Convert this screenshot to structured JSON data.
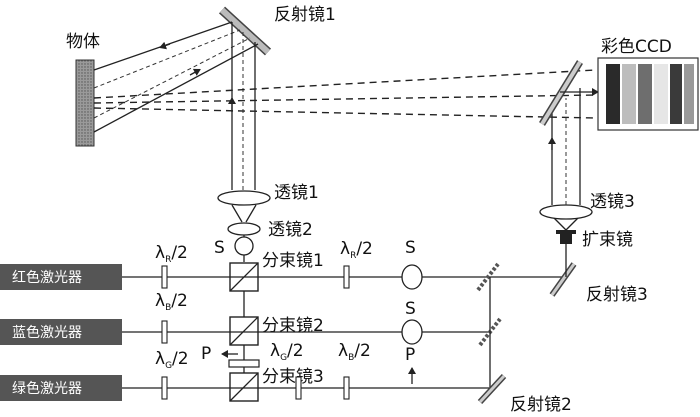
{
  "labels": {
    "object": "物体",
    "mirror1": "反射镜1",
    "color_ccd": "彩色CCD",
    "lens1": "透镜1",
    "lens2": "透镜2",
    "lens3": "透镜3",
    "expander": "扩束镜",
    "mirror3": "反射镜3",
    "mirror2": "反射镜2",
    "bs1": "分束镜1",
    "bs2": "分束镜2",
    "bs3": "分束镜3",
    "red_laser": "红色激光器",
    "blue_laser": "蓝色激光器",
    "green_laser": "绿色激光器",
    "s": "S",
    "p": "P",
    "lambda": "λ",
    "half": "/2",
    "sub_r": "R",
    "sub_b": "B",
    "sub_g": "G"
  },
  "colors": {
    "laser_box": "#555555",
    "object_fill": "#8a8a8a",
    "ccd_stripes": [
      "#2a2a2a",
      "#bdbdbd",
      "#6e6e6e",
      "#e6e6e6",
      "#3a3a3a",
      "#9a9a9a"
    ]
  }
}
